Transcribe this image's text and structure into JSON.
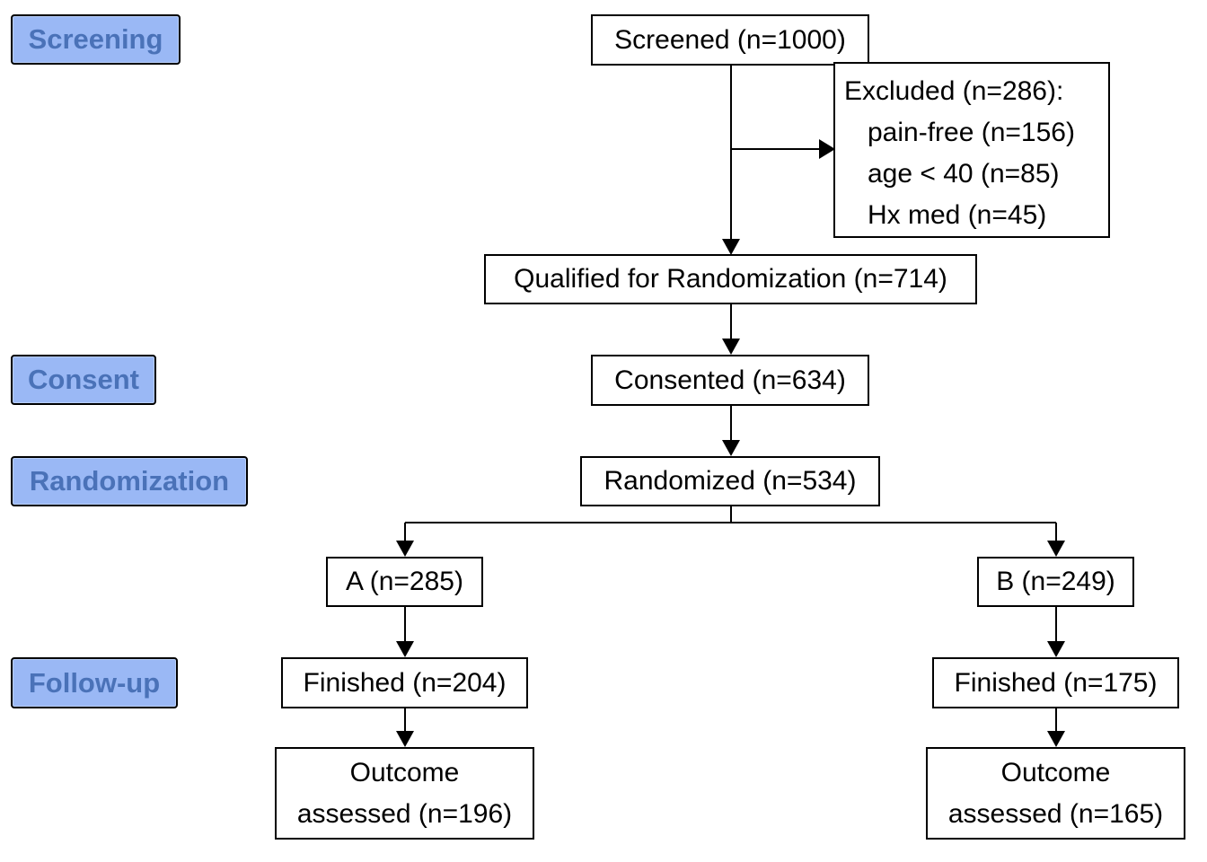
{
  "stages": {
    "screening": "Screening",
    "consent": "Consent",
    "randomization": "Randomization",
    "followup": "Follow-up"
  },
  "boxes": {
    "screened": "Screened (n=1000)",
    "excluded": {
      "title": "Excluded (n=286):",
      "reasons": [
        "pain-free (n=156)",
        "age < 40 (n=85)",
        "Hx med (n=45)"
      ]
    },
    "qualified": "Qualified for Randomization (n=714)",
    "consented": "Consented (n=634)",
    "randomized": "Randomized (n=534)",
    "arm_a": "A (n=285)",
    "arm_b": "B (n=249)",
    "finished_a": "Finished (n=204)",
    "finished_b": "Finished (n=175)",
    "outcome_a": [
      "Outcome",
      "assessed (n=196)"
    ],
    "outcome_b": [
      "Outcome",
      "assessed (n=165)"
    ]
  }
}
